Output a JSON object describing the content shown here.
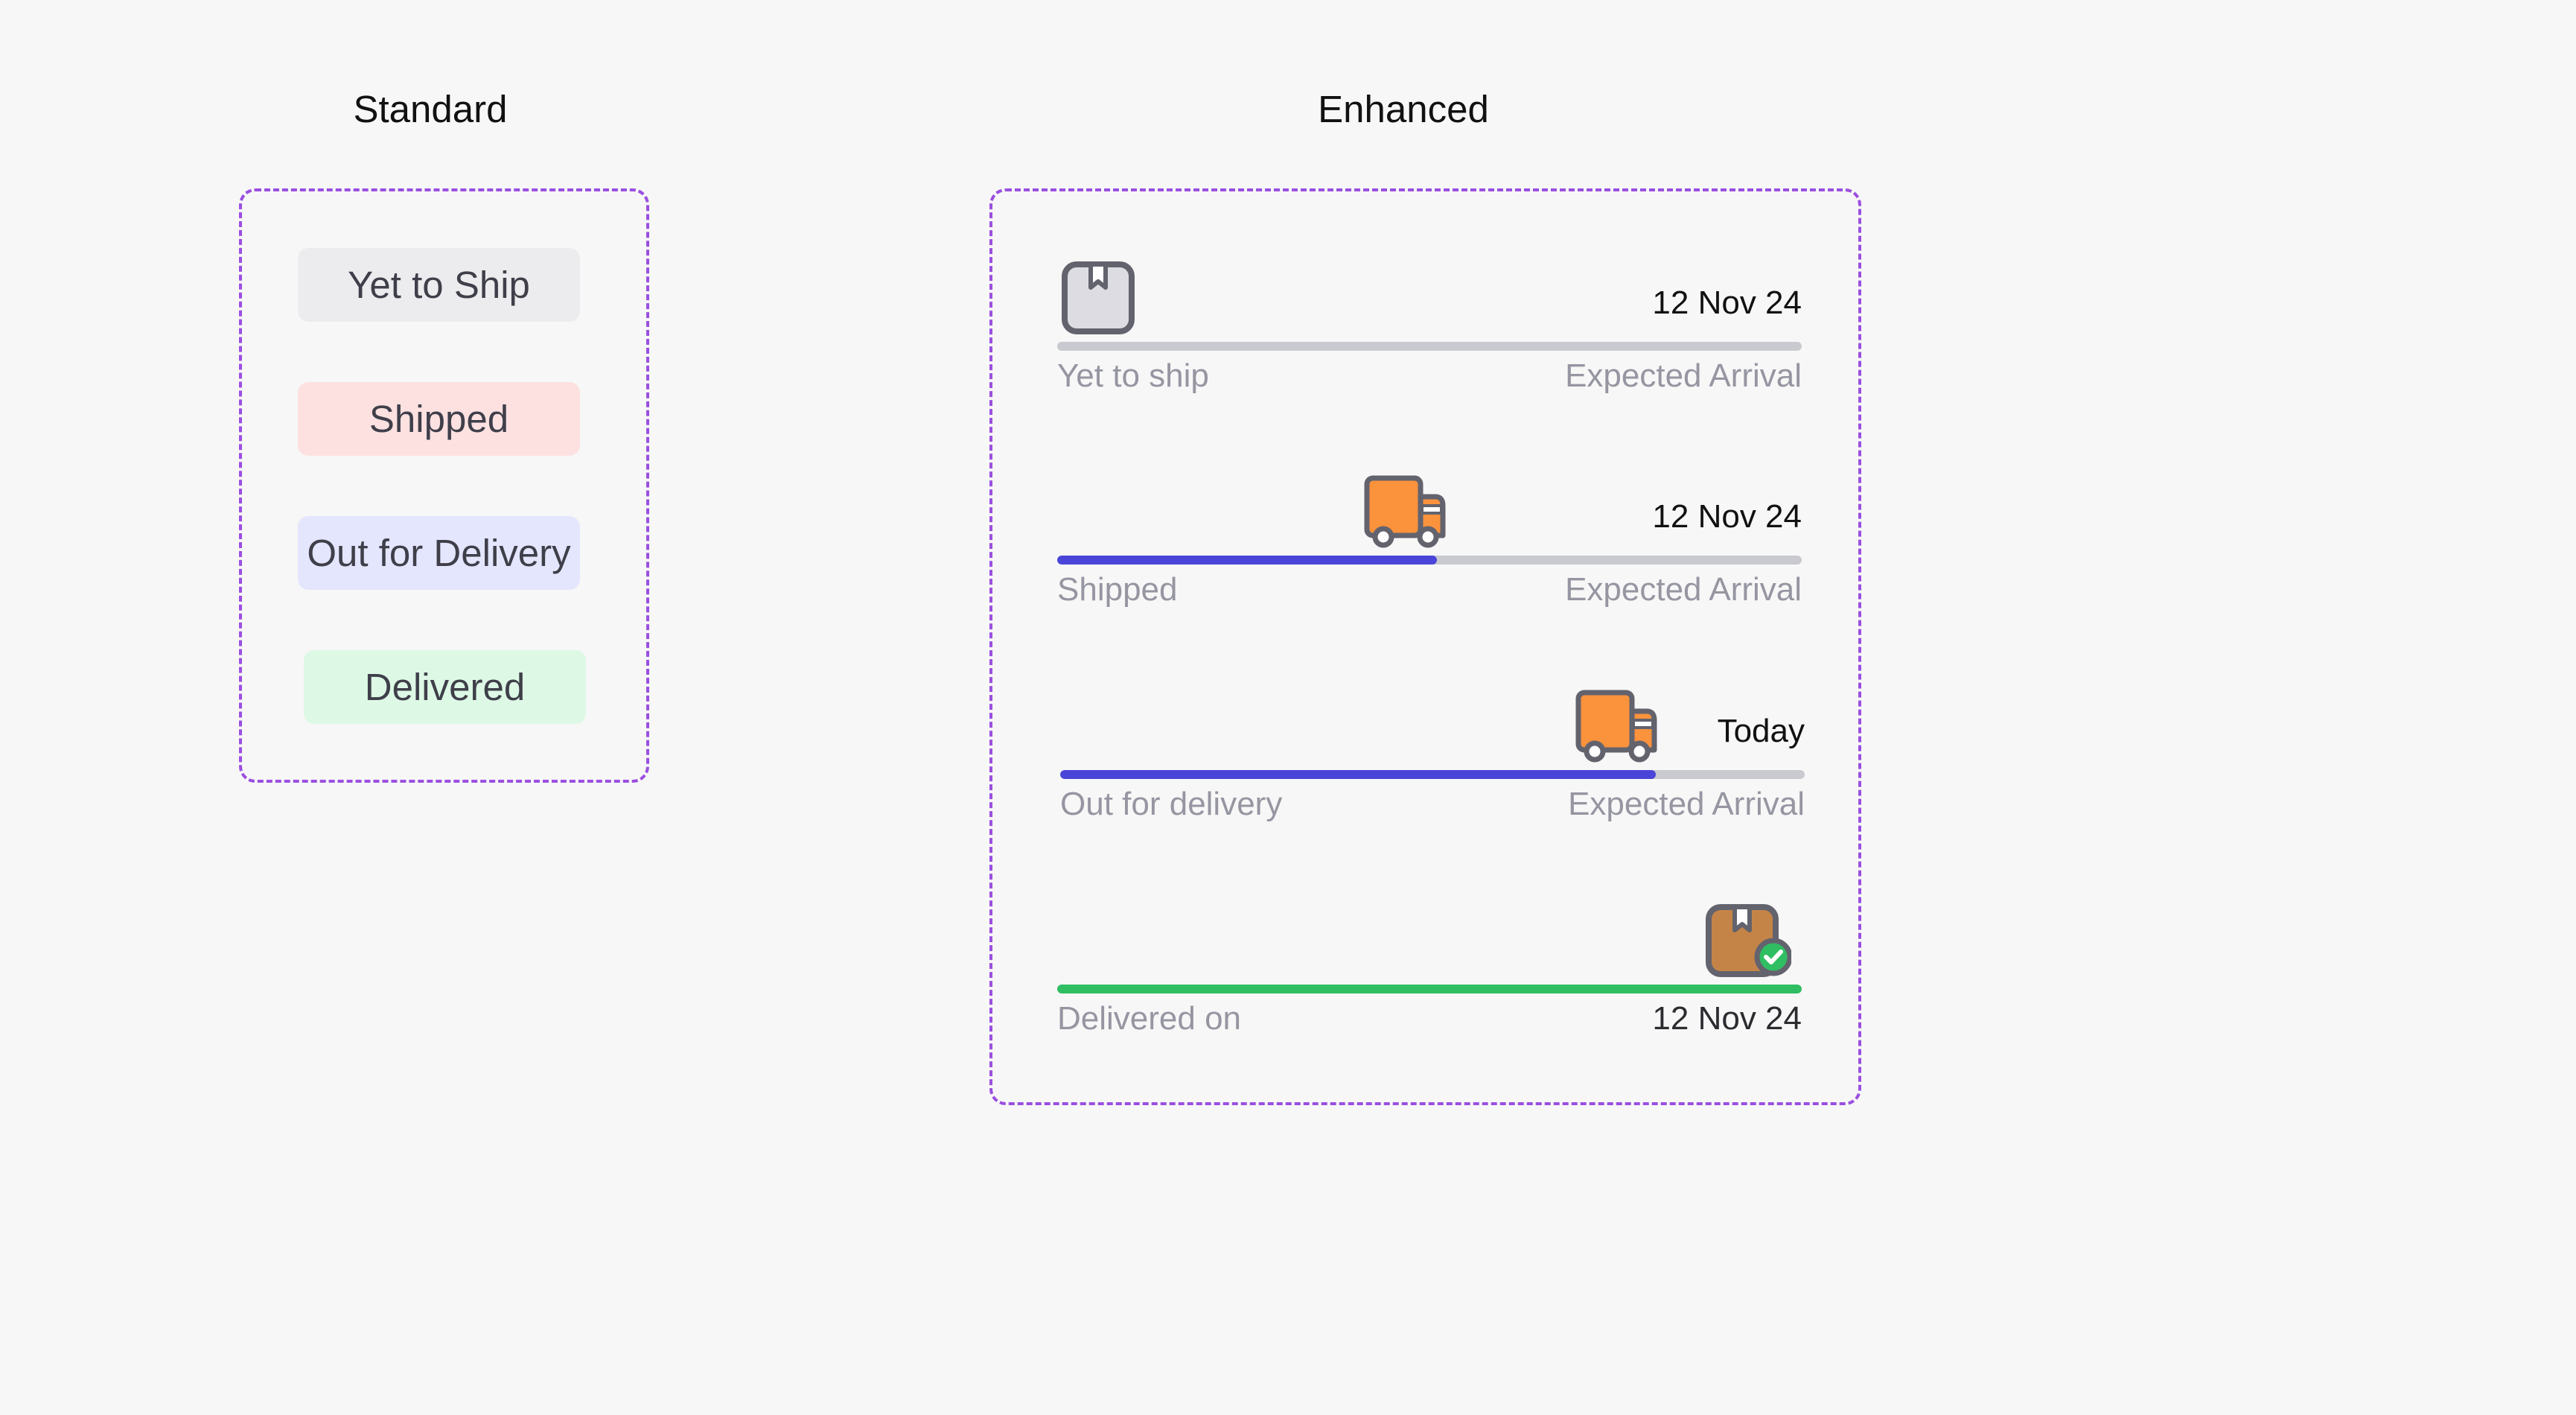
{
  "standard": {
    "title": "Standard",
    "badges": [
      {
        "label": "Yet to Ship",
        "bg": "#ececef"
      },
      {
        "label": "Shipped",
        "bg": "#fde1e1"
      },
      {
        "label": "Out for Delivery",
        "bg": "#e3e6fd"
      },
      {
        "label": "Delivered",
        "bg": "#ddf9e6"
      }
    ]
  },
  "enhanced": {
    "title": "Enhanced",
    "trackers": [
      {
        "status": "Yet to ship",
        "date": "12 Nov 24",
        "caption": "Expected Arrival",
        "progress": 0,
        "icon": "box-icon",
        "color": "#4a45d8"
      },
      {
        "status": "Shipped",
        "date": "12 Nov 24",
        "caption": "Expected Arrival",
        "progress": 0.51,
        "icon": "truck-icon",
        "color": "#4a45d8"
      },
      {
        "status": "Out for delivery",
        "date": "Today",
        "caption": "Expected Arrival",
        "progress": 0.8,
        "icon": "truck-icon",
        "color": "#4a45d8"
      },
      {
        "status": "Delivered on",
        "date": "12 Nov 24",
        "progress": 1,
        "icon": "delivered-box-icon",
        "color": "#2fbf62"
      }
    ]
  },
  "colors": {
    "dashed_border": "#9b4fe0",
    "track": "#c9c9d0",
    "truck": "#fb923c",
    "box_delivered": "#c58447"
  }
}
